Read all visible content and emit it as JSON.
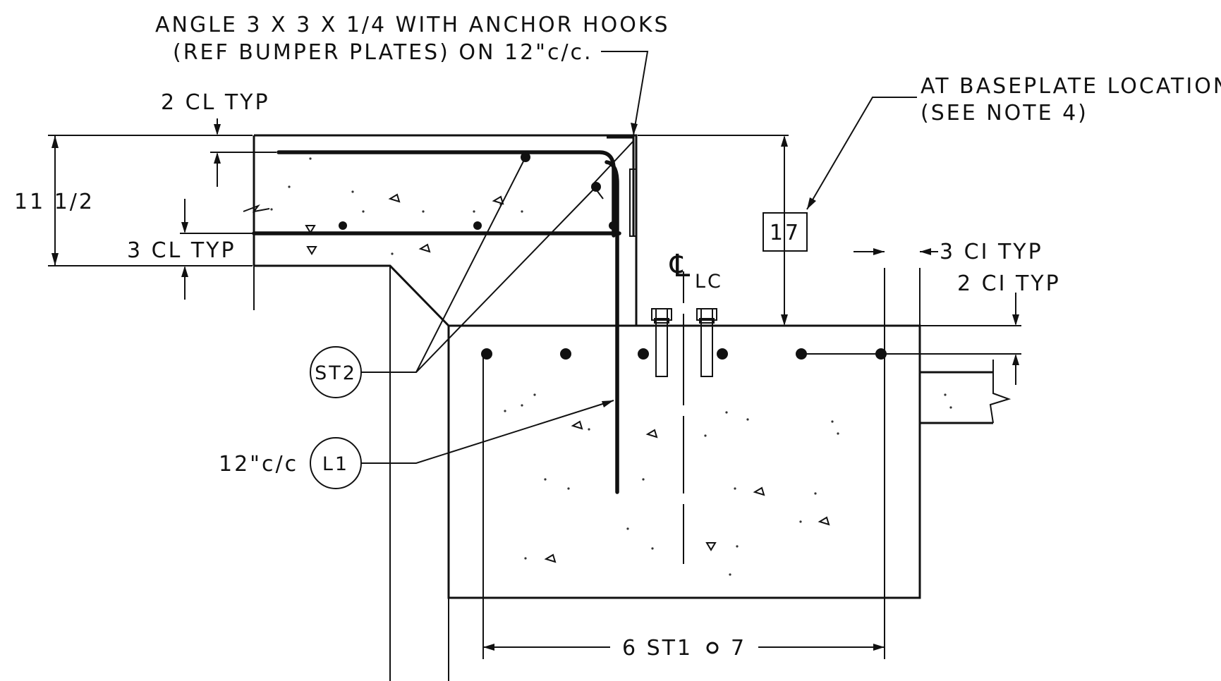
{
  "notes": {
    "angle_line1": "ANGLE 3 X 3 X 1/4 WITH ANCHOR HOOKS",
    "angle_line2": "(REF BUMPER PLATES) ON 12\"c/c.",
    "baseplate_line1": "AT BASEPLATE LOCATIONS",
    "baseplate_line2": "(SEE NOTE 4)"
  },
  "dimensions": {
    "top_clear": "2 CL TYP",
    "slab_depth": "11 1/2",
    "bottom_clear": "3 CL TYP",
    "right_clear_3": "3 CI TYP",
    "right_clear_2": "2 CI TYP",
    "bar_spacing": "6 ST1",
    "bar_spacing_value": "7"
  },
  "tags": {
    "box_17": "17",
    "st2": "ST2",
    "l1": "L1",
    "l1_spacing": "12\"c/c"
  },
  "centerline": {
    "symbol": "℄",
    "subscript": "LC"
  }
}
